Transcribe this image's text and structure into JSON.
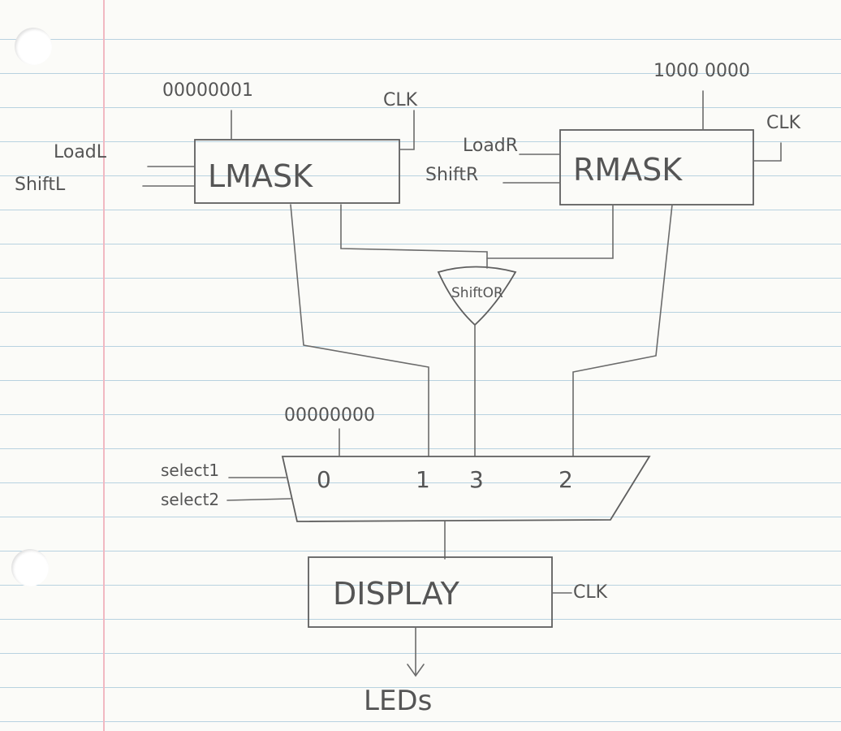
{
  "diagram": {
    "lmask": {
      "label": "LMASK",
      "init_value": "00000001",
      "clk": "CLK",
      "load": "LoadL",
      "shift": "ShiftL"
    },
    "rmask": {
      "label": "RMASK",
      "init_value": "1000 0000",
      "clk": "CLK",
      "load": "LoadR",
      "shift": "ShiftR"
    },
    "gate": {
      "label": "ShiftOR"
    },
    "mux": {
      "constant": "00000000",
      "inputs": [
        "0",
        "1",
        "3",
        "2"
      ],
      "select1": "select1",
      "select2": "select2"
    },
    "display": {
      "label": "DISPLAY",
      "clk": "CLK"
    },
    "output": {
      "label": "LEDs"
    }
  }
}
